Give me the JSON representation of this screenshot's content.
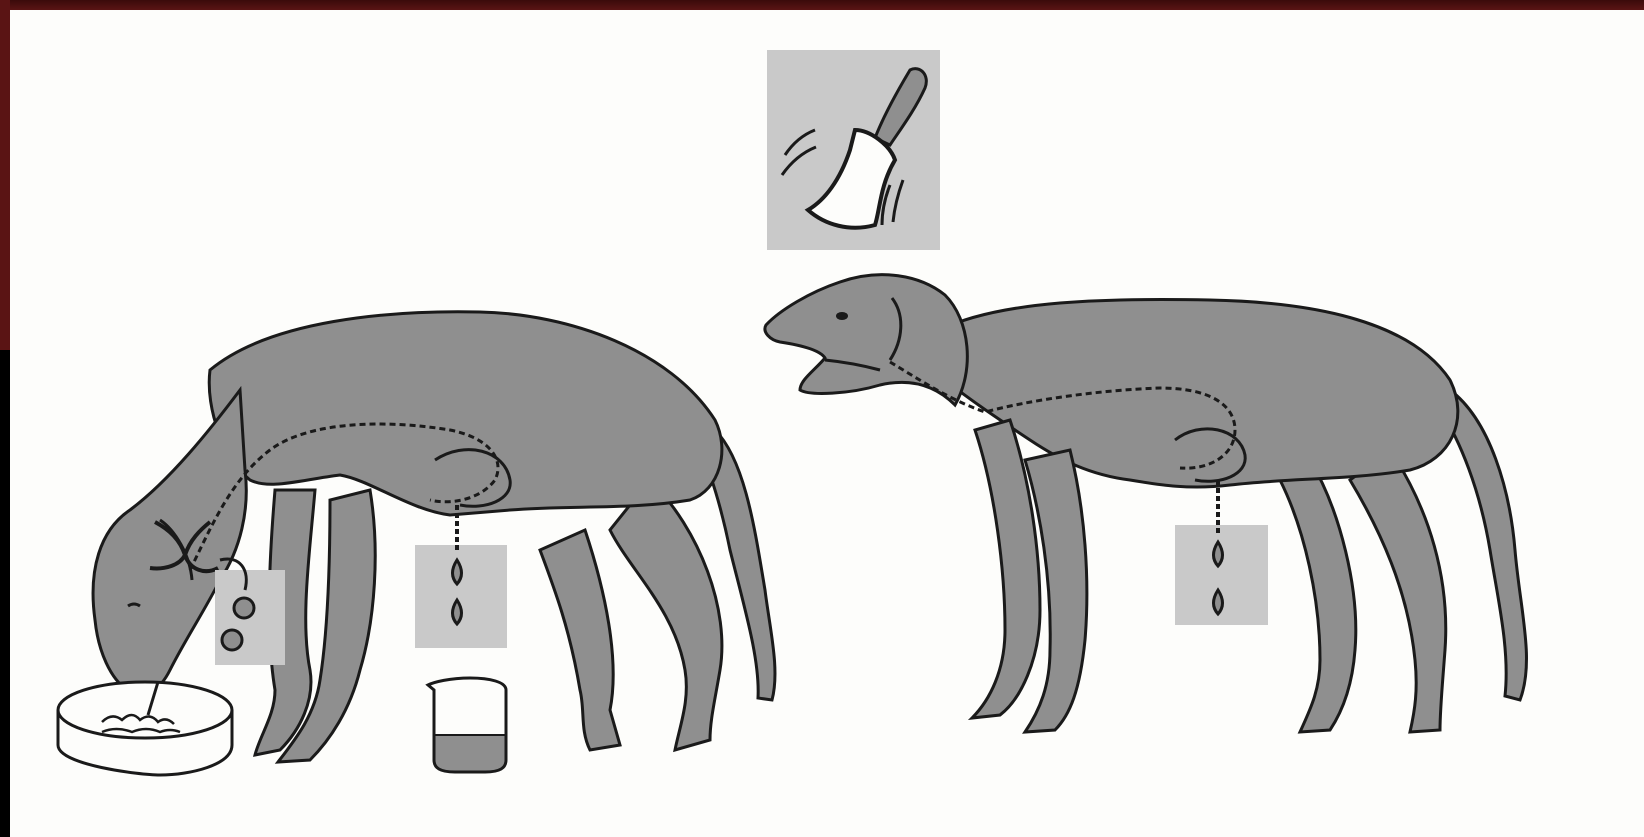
{
  "figure": {
    "subject": "",
    "background_color": "#fdfdfb",
    "frame_color": "#000000",
    "accent_frame_color": "#5a1414",
    "dog_fill": "#8f8f8f",
    "outline_color": "#1a1a1a",
    "stimulus_panel_fill": "#c9c9c9",
    "icons": [
      "bell-icon",
      "food-bowl-icon",
      "beaker-icon",
      "saliva-drop-icon"
    ],
    "bowl_label": "",
    "drops": {
      "left_cheek": 2,
      "left_collector": 2,
      "right_collector": 2
    }
  }
}
